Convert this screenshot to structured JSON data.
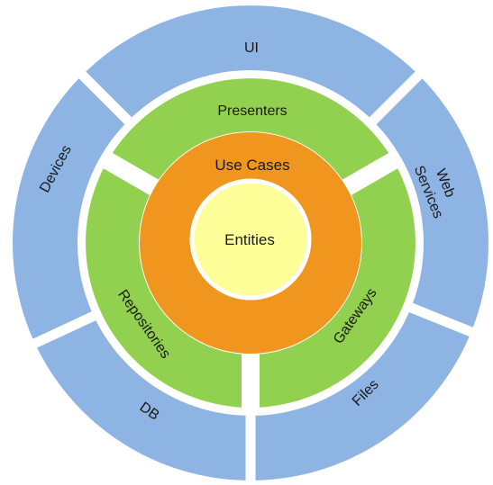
{
  "diagram": {
    "center": {
      "label": "Entities",
      "color": "#FFFF99",
      "stroke": "#E0D66A"
    },
    "use_cases": {
      "label": "Use Cases",
      "color": "#F0961E"
    },
    "interface_adapters": {
      "color": "#92D050",
      "segments": [
        {
          "id": "presenters",
          "label": "Presenters"
        },
        {
          "id": "gateways",
          "label": "Gateways"
        },
        {
          "id": "repositories",
          "label": "Repositories"
        }
      ]
    },
    "frameworks_drivers": {
      "color": "#8EB4E3",
      "segments": [
        {
          "id": "ui",
          "label": "UI"
        },
        {
          "id": "web-services",
          "label": "Web Services"
        },
        {
          "id": "files",
          "label": "Files"
        },
        {
          "id": "db",
          "label": "DB"
        },
        {
          "id": "devices",
          "label": "Devices"
        }
      ]
    },
    "background": "#FFFFFF"
  }
}
